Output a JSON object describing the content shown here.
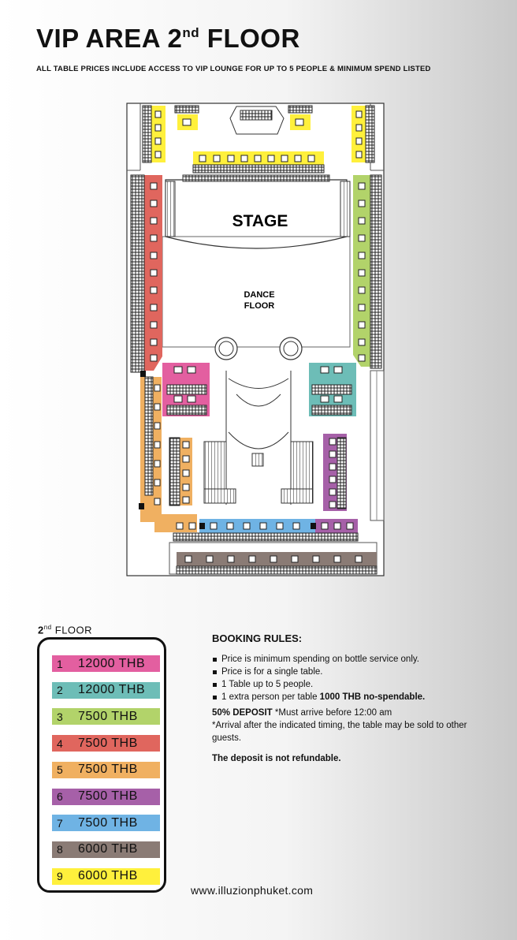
{
  "header": {
    "title_main": "VIP AREA 2",
    "title_sup": "nd",
    "title_end": " FLOOR",
    "subtitle": "ALL TABLE PRICES INCLUDE ACCESS TO VIP LOUNGE FOR UP TO 5 PEOPLE & MINIMUM SPEND LISTED"
  },
  "plan": {
    "stage_label": "STAGE",
    "dance_floor_line1": "DANCE",
    "dance_floor_line2": "FLOOR"
  },
  "legend": {
    "floor_num": "2",
    "floor_sup": "nd",
    "floor_word": " FLOOR",
    "items": [
      {
        "num": "1",
        "price": "12000 THB",
        "color": "#e35fa0"
      },
      {
        "num": "2",
        "price": "12000 THB",
        "color": "#6dbdb7"
      },
      {
        "num": "3",
        "price": "7500 THB",
        "color": "#b2d36a"
      },
      {
        "num": "4",
        "price": "7500 THB",
        "color": "#e0665e"
      },
      {
        "num": "5",
        "price": "7500 THB",
        "color": "#f0b061"
      },
      {
        "num": "6",
        "price": "7500 THB",
        "color": "#a660a8"
      },
      {
        "num": "7",
        "price": "7500 THB",
        "color": "#6fb3e4"
      },
      {
        "num": "8",
        "price": "6000 THB",
        "color": "#8a7b75"
      },
      {
        "num": "9",
        "price": "6000 THB",
        "color": "#fff03c"
      }
    ]
  },
  "rules": {
    "heading": "BOOKING RULES:",
    "bullets": [
      "Price is minimum spending on bottle service only.",
      "Price is  for a single table.",
      "1 Table up to 5 people."
    ],
    "bullet4_text": "1 extra person per table ",
    "bullet4_bold": "1000 THB no-spendable.",
    "deposit_bold": "50% DEPOSIT",
    "deposit_text": " *Must arrive before 12:00 am",
    "arrival_note": "*Arrival after the indicated timing, the table may be sold to other guests.",
    "refund_note": "The deposit is not refundable."
  },
  "footer": {
    "website": "www.illuzionphuket.com"
  }
}
